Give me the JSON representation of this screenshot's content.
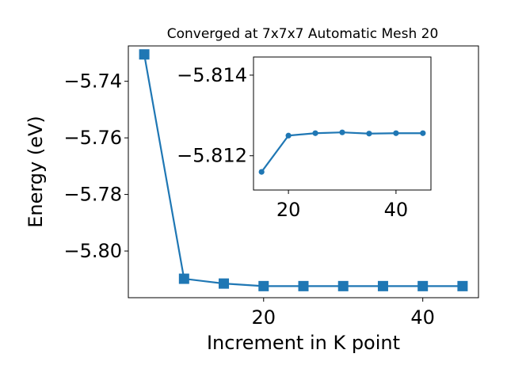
{
  "chart_data": [
    {
      "type": "line",
      "title": "Converged at 7x7x7 Automatic Mesh 20",
      "xlabel": "Increment in K point",
      "ylabel": "Energy (eV)",
      "xlim": [
        3,
        47
      ],
      "ylim": [
        -5.8165,
        -5.7275
      ],
      "xticks": [
        20,
        40
      ],
      "xtick_labels": [
        "20",
        "40"
      ],
      "yticks": [
        -5.74,
        -5.76,
        -5.78,
        -5.8
      ],
      "ytick_labels": [
        "−5.74",
        "−5.76",
        "−5.78",
        "−5.80"
      ],
      "grid": false,
      "marker": "square",
      "series": [
        {
          "x": [
            5,
            10,
            15,
            20,
            25,
            30,
            35,
            40,
            45
          ],
          "y": [
            -5.7305,
            -5.8098,
            -5.8115,
            -5.8124,
            -5.8124,
            -5.8124,
            -5.8124,
            -5.8124,
            -5.8124
          ],
          "color": "#1f77b4"
        }
      ]
    },
    {
      "type": "line",
      "title": "",
      "inset": true,
      "xlim": [
        13.5,
        46.5
      ],
      "ylim": [
        -5.81115,
        -5.81445
      ],
      "xticks": [
        20,
        40
      ],
      "xtick_labels": [
        "20",
        "40"
      ],
      "yticks": [
        -5.814,
        -5.812
      ],
      "ytick_labels": [
        "−5.814",
        "−5.812"
      ],
      "grid": false,
      "marker": "circle",
      "series": [
        {
          "x": [
            15,
            20,
            25,
            30,
            35,
            40,
            45
          ],
          "y": [
            -5.8116,
            -5.8125,
            -5.81256,
            -5.81258,
            -5.81255,
            -5.81256,
            -5.81256
          ],
          "color": "#1f77b4"
        }
      ]
    }
  ]
}
